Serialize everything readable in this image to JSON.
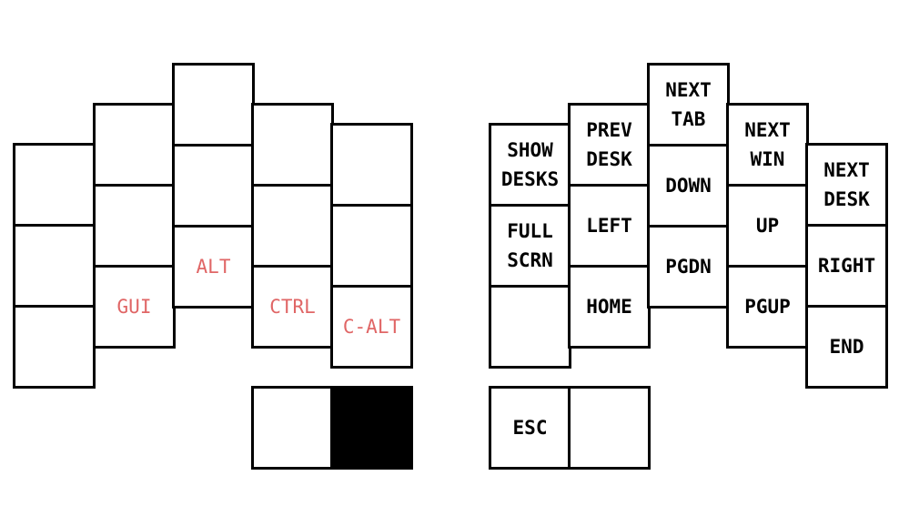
{
  "colors": {
    "key_border": "#000000",
    "key_fill": "#ffffff",
    "held_key_fill": "#000000",
    "action_text": "#000000",
    "modifier_text": "#e06666"
  },
  "left_half": {
    "alpha": {
      "col1": [
        "",
        "",
        ""
      ],
      "col2": [
        "",
        "",
        "GUI"
      ],
      "col3": [
        "",
        "",
        "ALT"
      ],
      "col4": [
        "",
        "",
        "CTRL"
      ],
      "col5": [
        "",
        "",
        "C-ALT"
      ]
    },
    "thumbs": [
      "",
      ""
    ]
  },
  "right_half": {
    "alpha": {
      "col1": [
        "SHOW\nDESKS",
        "FULL\nSCRN",
        ""
      ],
      "col2": [
        "PREV\nDESK",
        "LEFT",
        "HOME"
      ],
      "col3": [
        "NEXT\nTAB",
        "DOWN",
        "PGDN"
      ],
      "col4": [
        "NEXT\nWIN",
        "UP",
        "PGUP"
      ],
      "col5": [
        "NEXT\nDESK",
        "RIGHT",
        "END"
      ]
    },
    "thumbs": [
      "ESC",
      ""
    ]
  }
}
